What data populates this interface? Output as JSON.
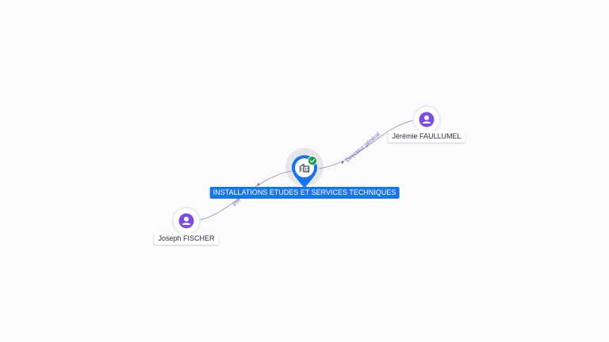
{
  "graph": {
    "company": {
      "name": "INSTALLATIONS ETUDES ET SERVICES TECHNIQUES",
      "icon": "building-icon",
      "verified_icon": "verified-check-icon",
      "color": "#1a73e8",
      "badge_color": "#1e9e4a"
    },
    "people": [
      {
        "name": "Jérémie FAULLUMEL",
        "icon": "person-icon",
        "role": "Directeur général"
      },
      {
        "name": "Joseph FISCHER",
        "icon": "person-icon",
        "role": "Pré"
      }
    ],
    "person_color": "#7c4ddf",
    "edge_color": "#8a8f99",
    "label_color": "#6f63c9"
  }
}
